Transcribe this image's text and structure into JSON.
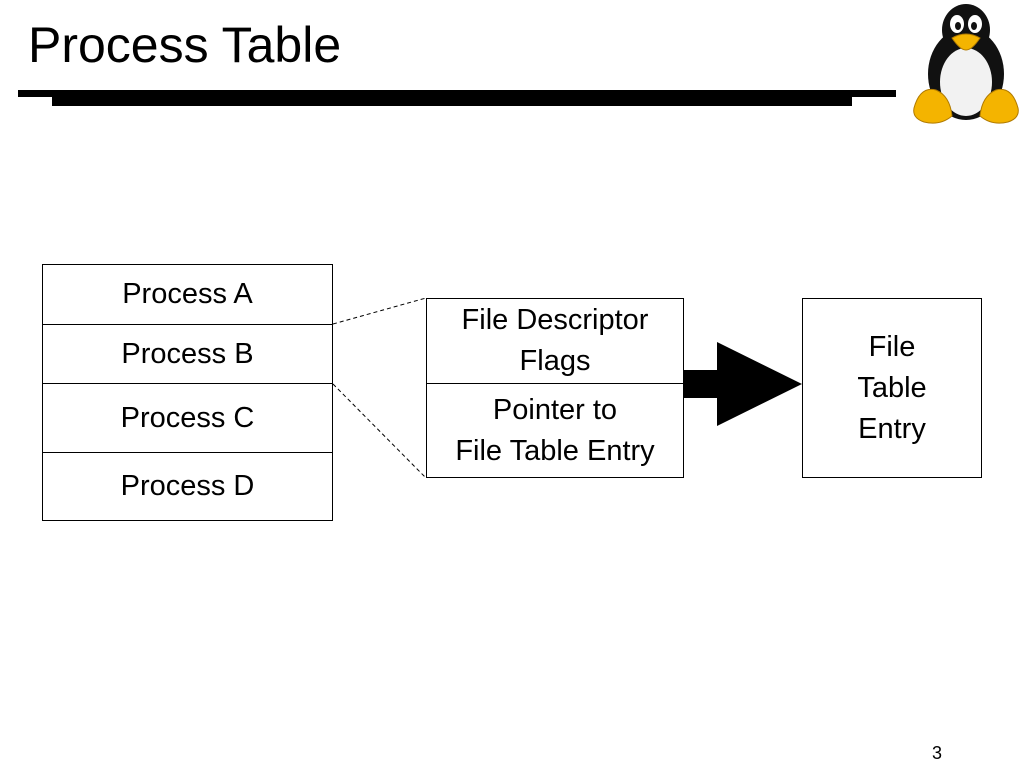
{
  "slide": {
    "title": "Process Table",
    "page_number": "3"
  },
  "logo": {
    "icon": "tux-penguin-icon"
  },
  "diagram": {
    "process_table": [
      "Process A",
      "Process B",
      "Process C",
      "Process D"
    ],
    "fd_entry": {
      "flags": "File Descriptor\nFlags",
      "pointer": "Pointer to\nFile Table Entry"
    },
    "file_table_entry": "File\nTable\nEntry",
    "colors": {
      "line": "#000000",
      "fill": "#ffffff",
      "penguin_beak": "#f4b400"
    }
  }
}
